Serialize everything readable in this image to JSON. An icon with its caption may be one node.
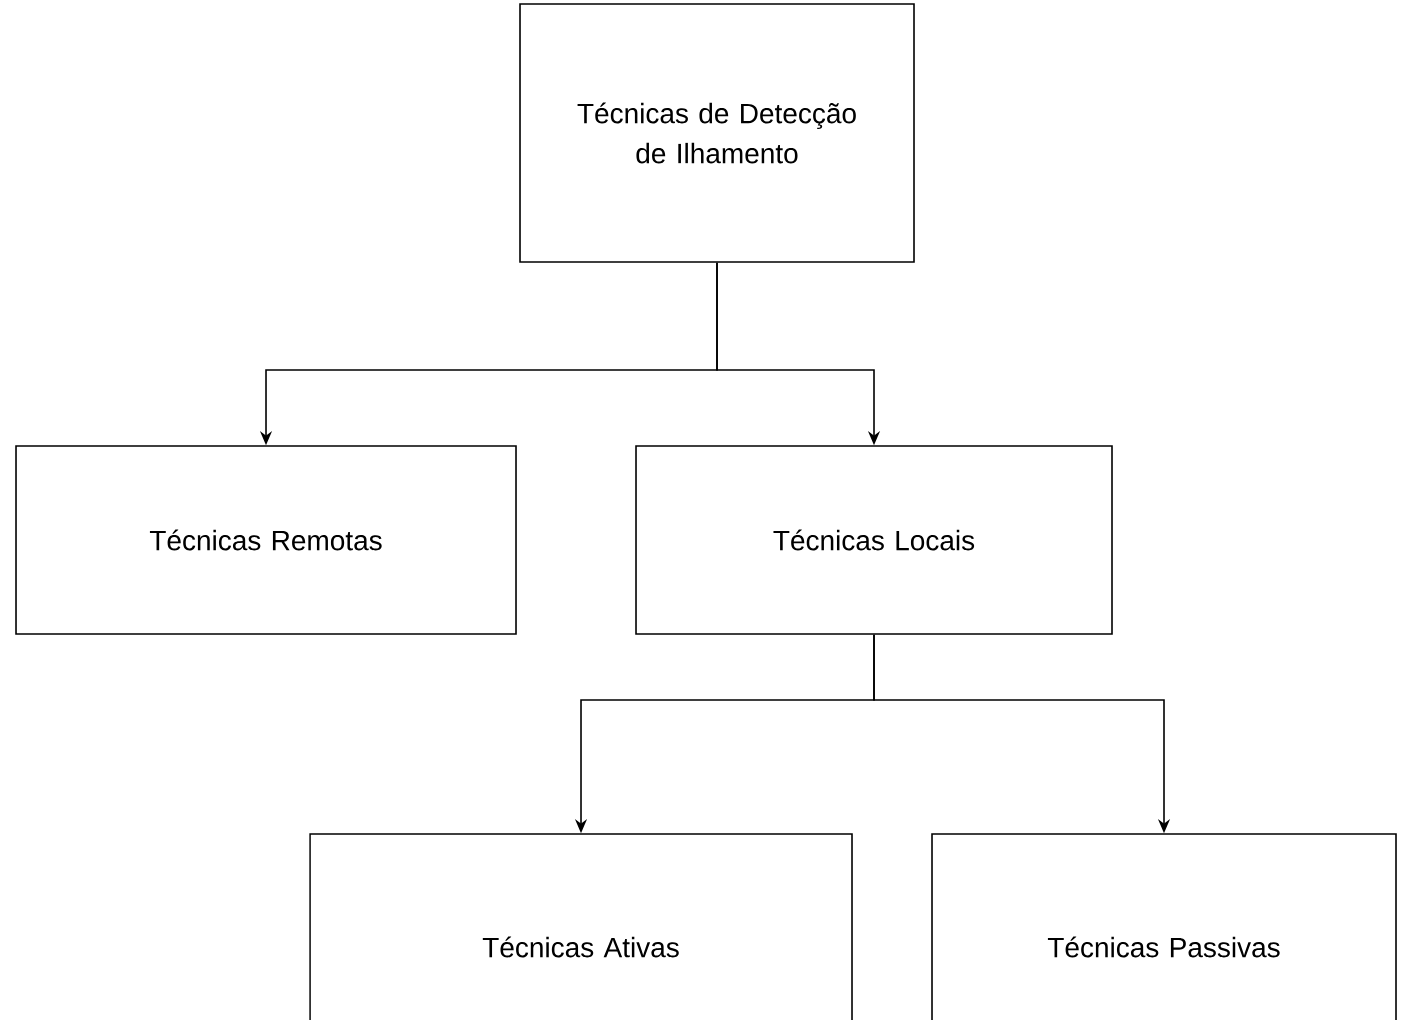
{
  "diagram": {
    "nodes": [
      {
        "text": [
          "Técnicas de Detecção de Ilhamento"
        ]
      },
      {
        "text": [
          "Técnicas Remotas"
        ]
      },
      {
        "text": [
          "Técnicas Locais"
        ]
      },
      {
        "text": [
          "Técnicas Ativas"
        ]
      },
      {
        "text": [
          "Técnicas Passivas"
        ]
      }
    ],
    "edges": [
      {
        "from": 0,
        "to": 1,
        "arrow": "to"
      },
      {
        "from": 0,
        "to": 2,
        "arrow": "to"
      },
      {
        "from": 2,
        "to": 3,
        "arrow": "to"
      },
      {
        "from": 2,
        "to": 4,
        "arrow": "to"
      }
    ]
  }
}
